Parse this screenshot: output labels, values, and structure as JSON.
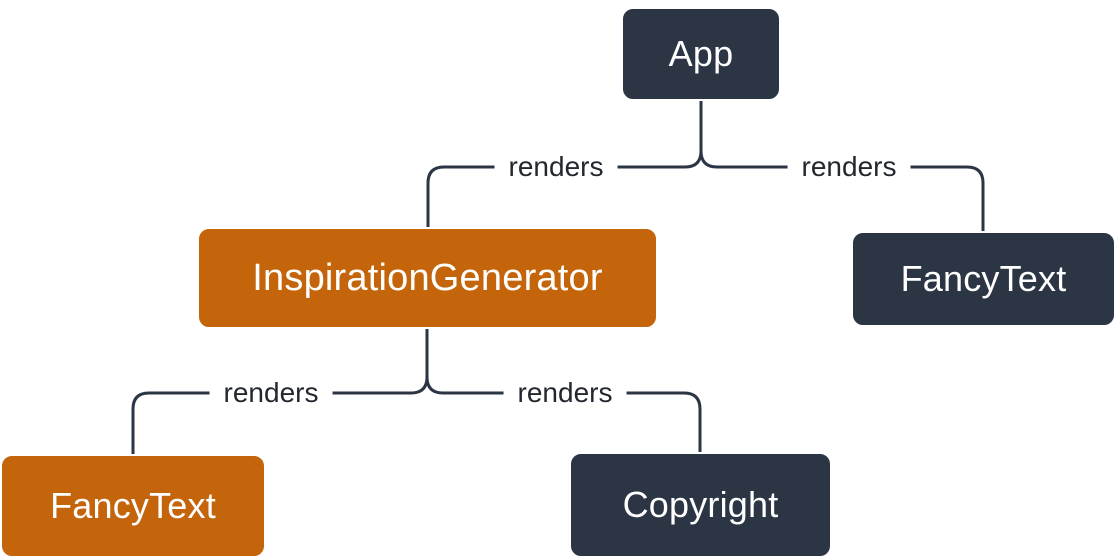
{
  "diagram": {
    "title": "render-tree",
    "colors": {
      "node_dark": "#2B3544",
      "node_orange": "#C4650C",
      "node_text": "#ffffff",
      "edge_stroke": "#2B3544",
      "edge_label_text": "#23272F",
      "background": "#ffffff"
    },
    "nodes": [
      {
        "id": "app",
        "label": "App",
        "variant": "dark"
      },
      {
        "id": "inspiration-generator",
        "label": "InspirationGenerator",
        "variant": "orange"
      },
      {
        "id": "fancy-text-top",
        "label": "FancyText",
        "variant": "dark"
      },
      {
        "id": "fancy-text-bottom",
        "label": "FancyText",
        "variant": "orange"
      },
      {
        "id": "copyright",
        "label": "Copyright",
        "variant": "dark"
      }
    ],
    "edges": [
      {
        "from": "App",
        "to": "InspirationGenerator",
        "label": "renders"
      },
      {
        "from": "App",
        "to": "FancyText",
        "label": "renders"
      },
      {
        "from": "InspirationGenerator",
        "to": "FancyText",
        "label": "renders"
      },
      {
        "from": "InspirationGenerator",
        "to": "Copyright",
        "label": "renders"
      }
    ]
  }
}
